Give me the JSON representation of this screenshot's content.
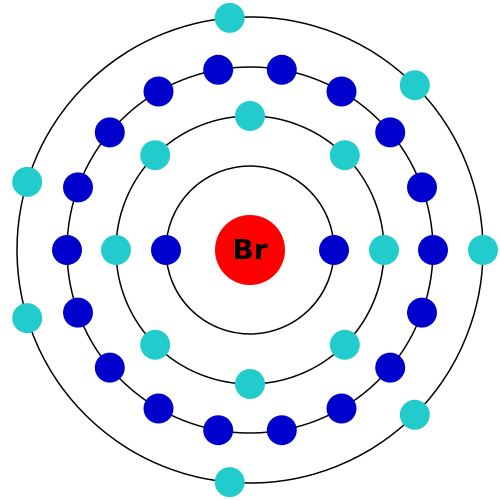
{
  "nucleus": {
    "symbol": "Br",
    "color": "#ff0000"
  },
  "colors": {
    "electron_dark": "#0000cc",
    "electron_light": "#22cccc",
    "shell_stroke": "#000000"
  },
  "shells": [
    {
      "shell": 1,
      "electrons": 2
    },
    {
      "shell": 2,
      "electrons": 8
    },
    {
      "shell": 3,
      "electrons": 18
    },
    {
      "shell": 4,
      "electrons": 7
    }
  ]
}
